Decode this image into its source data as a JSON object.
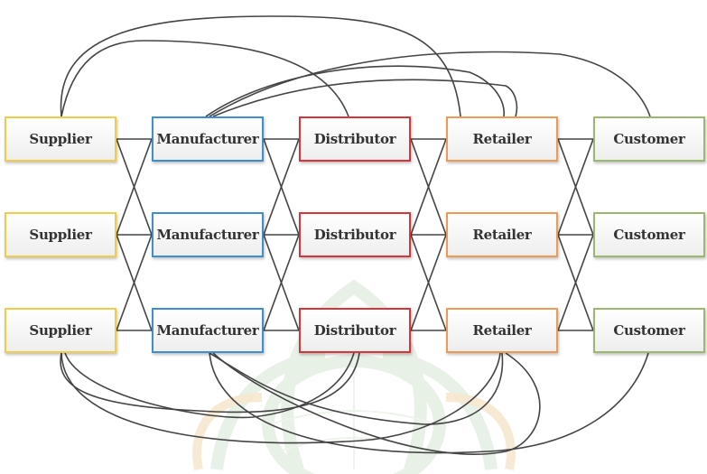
{
  "colors": {
    "supplier": "#f0cc4a",
    "manufacturer": "#3f8fce",
    "distributor": "#d9343a",
    "retailer": "#ee9a55",
    "customer": "#9cb86e",
    "connector": "#444444",
    "watermark": "#e4efe3"
  },
  "stages": [
    {
      "key": "supplier",
      "nodes": [
        "Supplier",
        "Supplier",
        "Supplier"
      ]
    },
    {
      "key": "manufacturer",
      "nodes": [
        "Manufacturer",
        "Manufacturer",
        "Manufacturer"
      ]
    },
    {
      "key": "distributor",
      "nodes": [
        "Distributor",
        "Distributor",
        "Distributor"
      ]
    },
    {
      "key": "retailer",
      "nodes": [
        "Retailer",
        "Retailer",
        "Retailer"
      ]
    },
    {
      "key": "customer",
      "nodes": [
        "Customer",
        "Customer",
        "Customer"
      ]
    }
  ]
}
